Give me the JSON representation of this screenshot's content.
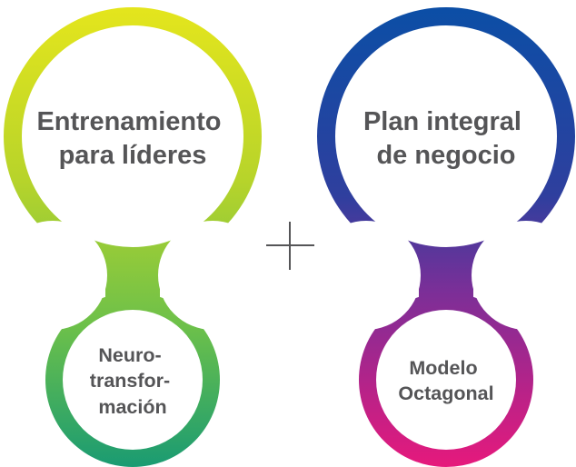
{
  "left_group": {
    "top_circle": {
      "lines": [
        "Entrenamiento",
        "para líderes"
      ]
    },
    "bottom_circle": {
      "lines": [
        "Neuro-",
        "transfor-",
        "mación"
      ]
    },
    "gradient_colors": [
      "#e6e61c",
      "#b8d42a",
      "#6cc04a",
      "#1a9b72"
    ]
  },
  "right_group": {
    "top_circle": {
      "lines": [
        "Plan integral",
        "de negocio"
      ]
    },
    "bottom_circle": {
      "lines": [
        "Modelo",
        "Octagonal"
      ]
    },
    "gradient_colors": [
      "#0a4fa6",
      "#2f3f9e",
      "#7a2f98",
      "#e6197c"
    ]
  },
  "connector": {
    "symbol": "plus",
    "color": "#555557"
  },
  "text_color": "#555557"
}
